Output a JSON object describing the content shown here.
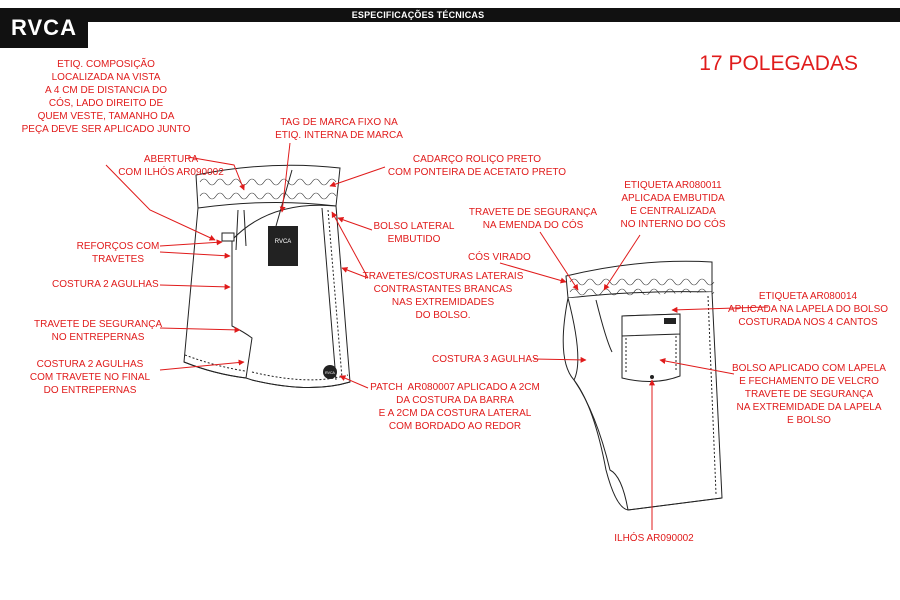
{
  "header": {
    "title": "ESPECIFICAÇÕES TÉCNICAS",
    "brand_logo": "RVCA",
    "size_label": "17 POLEGADAS"
  },
  "tag_brand": "RVCA",
  "patch_brand": "RVCA",
  "callouts": {
    "etiq_composicao": "ETIQ. COMPOSIÇÃO\nLOCALIZADA NA VISTA\nA 4 CM DE DISTANCIA DO\nCÓS, LADO DIREITO DE\nQUEM VESTE, TAMANHO DA\nPEÇA DEVE SER APLICADO JUNTO",
    "tag_marca": "TAG DE MARCA FIXO NA\nETIQ. INTERNA DE MARCA",
    "abertura": "ABERTURA\nCOM ILHÓS AR090002",
    "cadarco": "CADARÇO ROLIÇO PRETO\nCOM PONTEIRA DE ACETATO PRETO",
    "bolso_lateral": "BOLSO LATERAL\nEMBUTIDO",
    "reforcos": "REFORÇOS COM\nTRAVETES",
    "costura_2_agulhas": "COSTURA 2 AGULHAS",
    "travetes_laterais": "TRAVETES/COSTURAS LATERAIS\nCONTRASTANTES BRANCAS\nNAS EXTREMIDADES\nDO BOLSO.",
    "travete_entrepernas": "TRAVETE DE SEGURANÇA\nNO ENTREPERNAS",
    "costura_2_agulhas_travete": "COSTURA 2 AGULHAS\nCOM TRAVETE NO FINAL\nDO ENTREPERNAS",
    "patch": "PATCH  AR080007 APLICADO A 2CM\nDA COSTURA DA BARRA\nE A 2CM DA COSTURA LATERAL\nCOM BORDADO AO REDOR",
    "travete_emenda": "TRAVETE DE SEGURANÇA\nNA EMENDA DO CÓS",
    "etiqueta_ar080011": "ETIQUETA AR080011\nAPLICADA EMBUTIDA\nE CENTRALIZADA\nNO INTERNO DO CÓS",
    "cos_virado": "CÓS VIRADO",
    "etiqueta_ar080014": "ETIQUETA AR080014\nAPLICADA NA LAPELA DO BOLSO\nCOSTURADA NOS 4 CANTOS",
    "costura_3_agulhas": "COSTURA 3 AGULHAS",
    "bolso_aplicado": "BOLSO APLICADO COM LAPELA\nE FECHAMENTO DE VELCRO\nTRAVETE DE SEGURANÇA\nNA EXTREMIDADE DA LAPELA\nE BOLSO",
    "ilhos": "ILHÓS AR090002"
  },
  "colors": {
    "annotation": "#e01b1b",
    "outline": "#222222",
    "header_bg": "#111111"
  }
}
